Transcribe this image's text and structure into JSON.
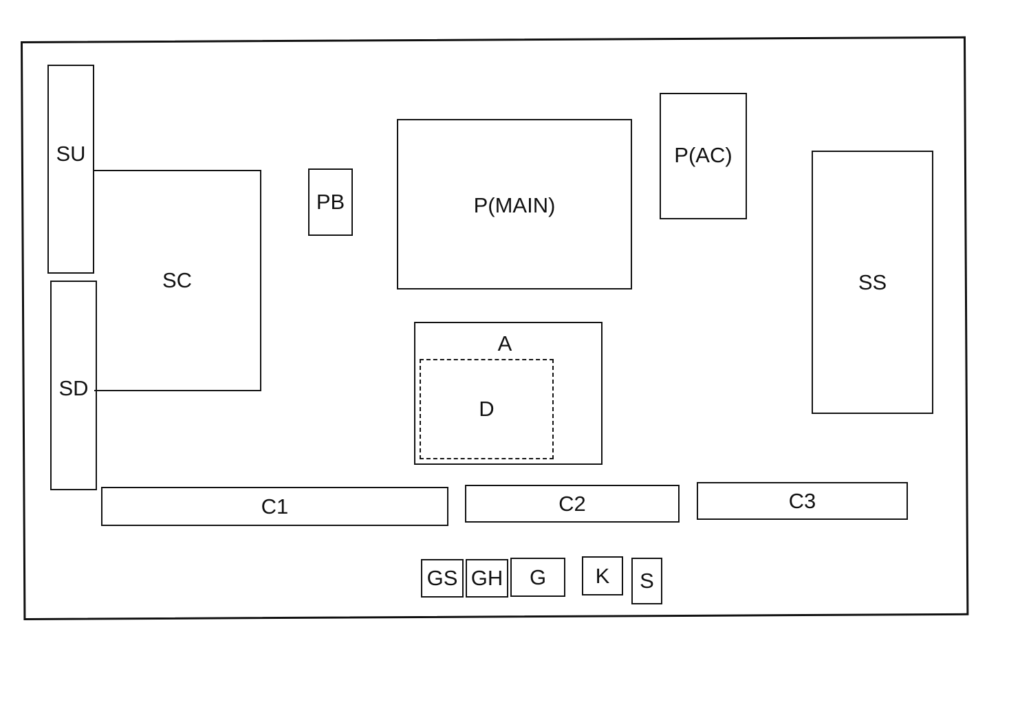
{
  "diagram": {
    "blocks": {
      "su": "SU",
      "sd": "SD",
      "sc": "SC",
      "pb": "PB",
      "p_main": "P(MAIN)",
      "p_ac": "P(AC)",
      "ss": "SS",
      "a": "A",
      "d": "D",
      "c1": "C1",
      "c2": "C2",
      "c3": "C3",
      "gs": "GS",
      "gh": "GH",
      "g": "G",
      "k": "K",
      "s": "S"
    }
  }
}
